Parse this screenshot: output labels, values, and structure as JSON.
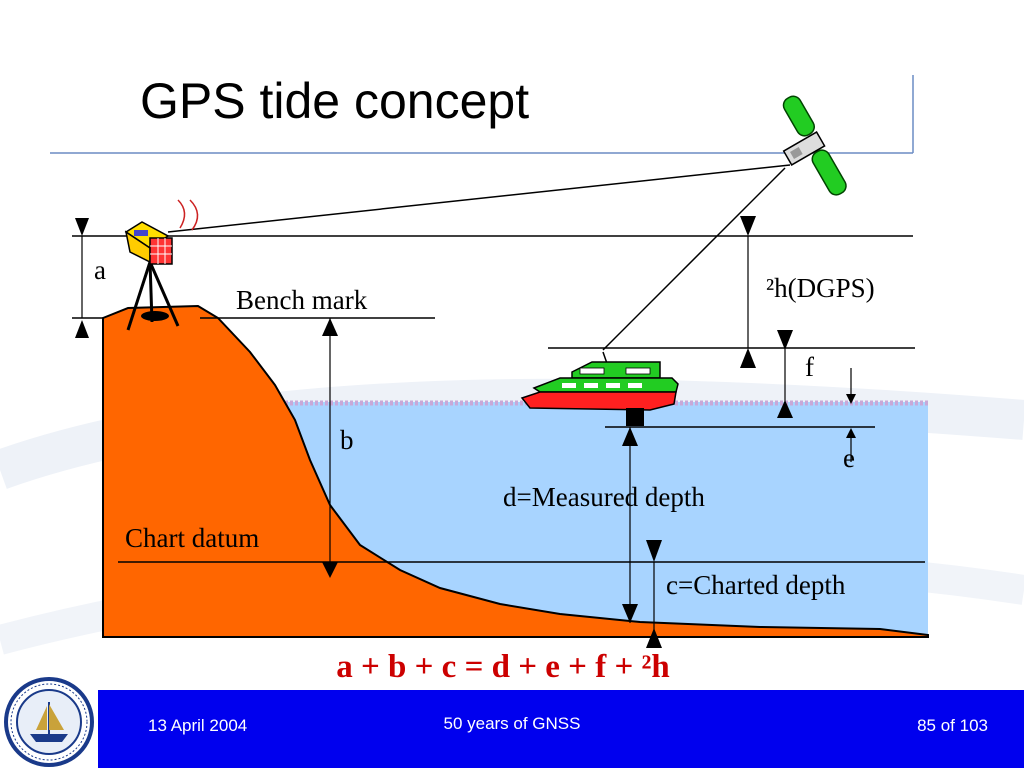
{
  "title": "GPS tide concept",
  "labels": {
    "a": "a",
    "bench_mark": "Bench mark",
    "h_dgps": "²h(DGPS)",
    "f": "f",
    "b": "b",
    "e": "e",
    "measured_depth": "d=Measured depth",
    "chart_datum": "Chart datum",
    "charted_depth": "c=Charted depth"
  },
  "equation": "a + b + c = d + e + f + ²h",
  "footer": {
    "date": "13 April 2004",
    "center": "50 years of GNSS",
    "page": "85 of 103"
  },
  "colors": {
    "land": "#ff6600",
    "water": "#a8d4ff",
    "boat_hull": "#ff2020",
    "boat_cabin": "#22cc22",
    "equation": "#cc0000",
    "footer_bg": "#0000ee"
  }
}
